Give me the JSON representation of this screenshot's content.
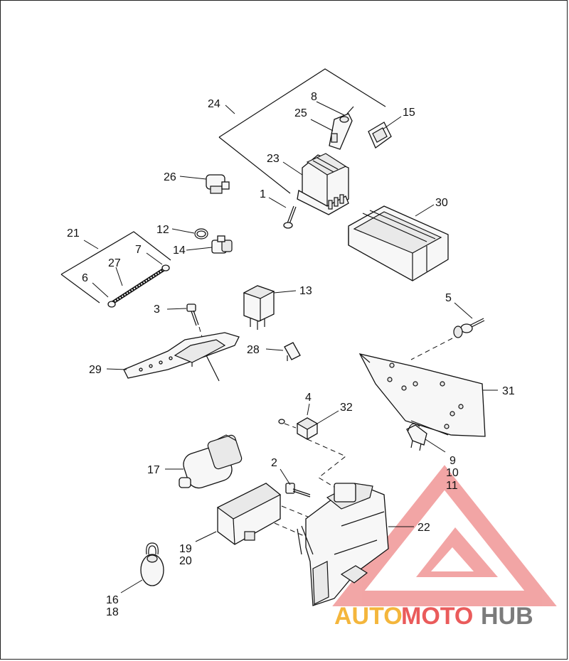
{
  "diagram": {
    "callouts": {
      "c1": "1",
      "c2": "2",
      "c3": "3",
      "c4": "4",
      "c5": "5",
      "c6": "6",
      "c7": "7",
      "c8": "8",
      "c9": "9",
      "c10": "10",
      "c11": "11",
      "c12": "12",
      "c13": "13",
      "c14": "14",
      "c15": "15",
      "c16": "16",
      "c17": "17",
      "c18": "18",
      "c19": "19",
      "c20": "20",
      "c21": "21",
      "c22": "22",
      "c23": "23",
      "c24": "24",
      "c25": "25",
      "c26": "26",
      "c27": "27",
      "c28": "28",
      "c29": "29",
      "c30": "30",
      "c31": "31",
      "c32": "32"
    }
  },
  "watermark": {
    "part1": "AUTO",
    "part2": "MOTO",
    "part3": "HUB",
    "colors": {
      "orange": "#f4b63c",
      "red": "#ea5b5b",
      "gray": "#7b7b7b",
      "triangle": "#f19c9c"
    }
  }
}
